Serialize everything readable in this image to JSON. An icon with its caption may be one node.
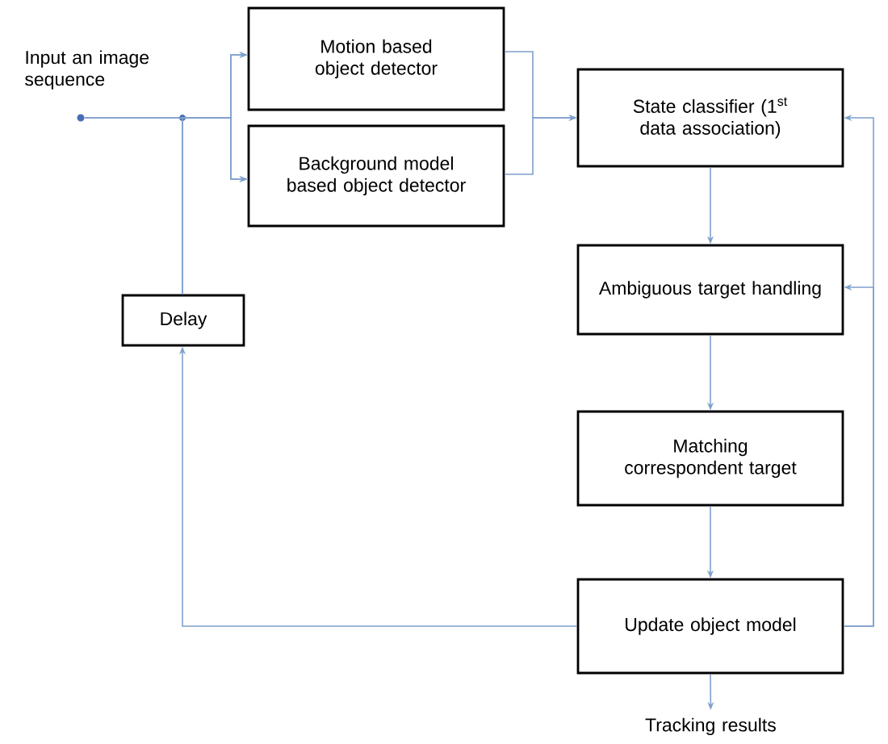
{
  "diagram": {
    "nodes": [
      {
        "text": [],
        "shape": "circle"
      },
      {
        "text": [
          "Motion based object detector"
        ]
      },
      {
        "text": [
          "Background model based object detector"
        ]
      },
      {
        "text": [
          "State classifier (1$^{st}$ data association)"
        ]
      },
      {
        "text": [
          "Ambiguous target handling"
        ]
      },
      {
        "text": [
          "Matching correspondent target"
        ]
      },
      {
        "text": [
          "Update object model"
        ]
      },
      {
        "text": [
          "Delay"
        ]
      },
      {
        "text": [
          "Tracking results"
        ]
      }
    ],
    "edges": [
      {
        "from": 0,
        "to": 1,
        "arrow": "to"
      },
      {
        "from": 0,
        "to": 2,
        "arrow": "to"
      },
      {
        "from": 1,
        "to": 3,
        "arrow": "to"
      },
      {
        "from": 2,
        "to": 3,
        "arrow": "to"
      },
      {
        "from": 3,
        "to": 4,
        "arrow": "to"
      },
      {
        "from": 4,
        "to": 5,
        "arrow": "to"
      },
      {
        "from": 5,
        "to": 6,
        "arrow": "to"
      },
      {
        "from": 6,
        "to": 8,
        "arrow": "to"
      },
      {
        "from": 6,
        "to": 7,
        "arrow": "to"
      },
      {
        "from": 7,
        "to": 1,
        "arrow": "to"
      },
      {
        "from": 7,
        "to": 2,
        "arrow": "to"
      },
      {
        "from": 6,
        "to": 3,
        "arrow": "to"
      },
      {
        "from": 6,
        "to": 4,
        "arrow": "to"
      }
    ],
    "labels": [
      "Input an image sequence"
    ]
  }
}
